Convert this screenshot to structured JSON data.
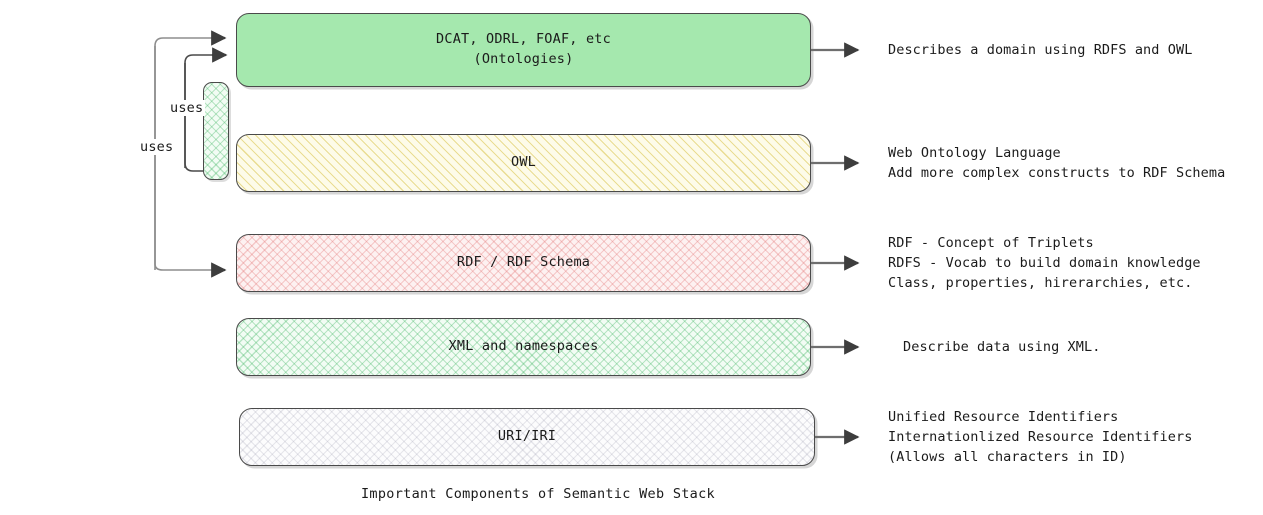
{
  "diagram": {
    "caption": "Important Components of Semantic Web Stack",
    "layers": [
      {
        "id": "ontologies",
        "label": "DCAT, ODRL, FOAF, etc\n(Ontologies)",
        "fill": "solid-green",
        "color": "#a5e8ae",
        "note": "Describes a domain using RDFS and OWL"
      },
      {
        "id": "owl",
        "label": "OWL",
        "fill": "hatch-yellow",
        "color": "#fdfbe9",
        "note": "Web Ontology Language\nAdd more complex constructs to RDF Schema"
      },
      {
        "id": "rdf",
        "label": "RDF / RDF Schema",
        "fill": "hatch-pink",
        "color": "#fdf1f1",
        "note": "RDF - Concept of Triplets\nRDFS - Vocab to build domain knowledge\nClass, properties, hirerarchies, etc."
      },
      {
        "id": "xml",
        "label": "XML and namespaces",
        "fill": "hatch-green",
        "color": "#f2fcf4",
        "note": "Describe data using XML."
      },
      {
        "id": "uri",
        "label": "URI/IRI",
        "fill": "hatch-gray",
        "color": "#fcfcfd",
        "note": "Unified Resource Identifiers\nInternationlized Resource Identifiers\n(Allows all characters in ID)"
      }
    ],
    "connector_box": {
      "id": "connector-column",
      "label": "",
      "fill": "hatch-green"
    },
    "edges": [
      {
        "id": "uses-inner",
        "label": "uses",
        "from": "connector-column",
        "to": "ontologies-and-owl"
      },
      {
        "id": "uses-outer",
        "label": "uses",
        "from": "stack-base",
        "to": "ontologies-and-rdf"
      }
    ],
    "colors": {
      "stroke": "#4a4a4a",
      "arrow": "#5a5a5a",
      "text": "#1b1b1b",
      "background": "#ffffff"
    }
  }
}
